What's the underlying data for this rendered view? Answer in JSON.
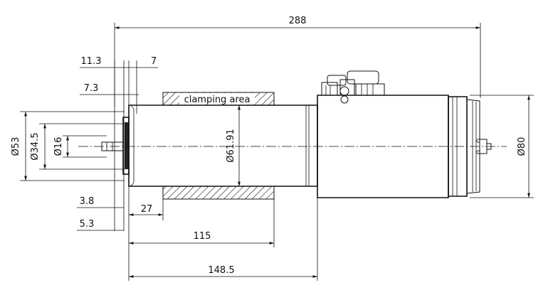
{
  "drawing": {
    "dimensions": {
      "overall_length": "288",
      "d_11_3": "11.3",
      "d_7": "7",
      "d_7_3": "7.3",
      "dia_53": "Ø53",
      "dia_34_5": "Ø34.5",
      "dia_16": "Ø16",
      "dia_61_91": "Ø61.91",
      "dia_80": "Ø80",
      "d_3_8": "3.8",
      "d_27": "27",
      "d_5_3": "5.3",
      "d_115": "115",
      "d_148_5": "148.5"
    },
    "labels": {
      "clamping_area": "clamping area"
    }
  }
}
